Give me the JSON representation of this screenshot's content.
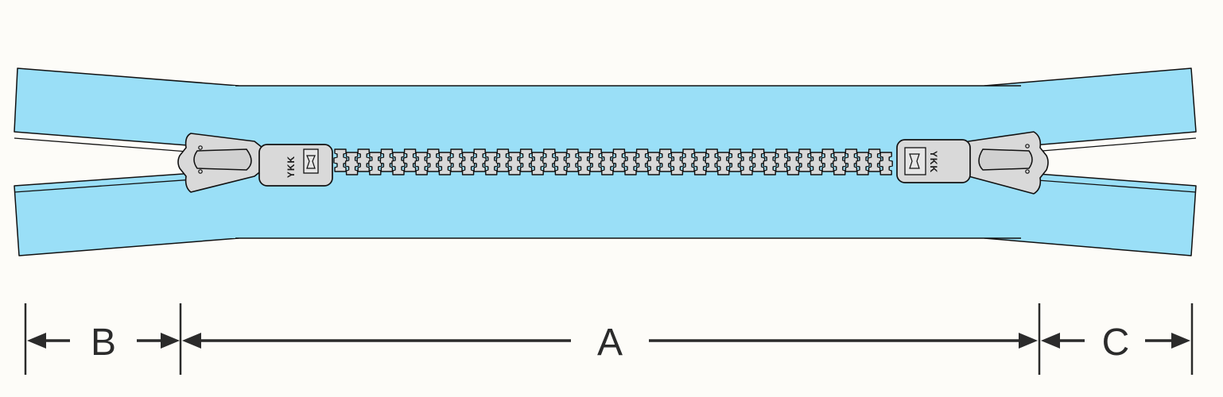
{
  "diagram": {
    "brand_left": "YKK",
    "brand_right": "YKK",
    "dimensions": {
      "a_label": "A",
      "b_label": "B",
      "c_label": "C"
    },
    "colors": {
      "tape": "#9adff7",
      "teeth": "#d8d8d8",
      "slider": "#d9d9d9",
      "outline": "#111111",
      "dimension_line": "#2b2b2b"
    },
    "icons": [
      "zipper-slider-icon",
      "arrow-left-icon",
      "arrow-right-icon"
    ]
  }
}
